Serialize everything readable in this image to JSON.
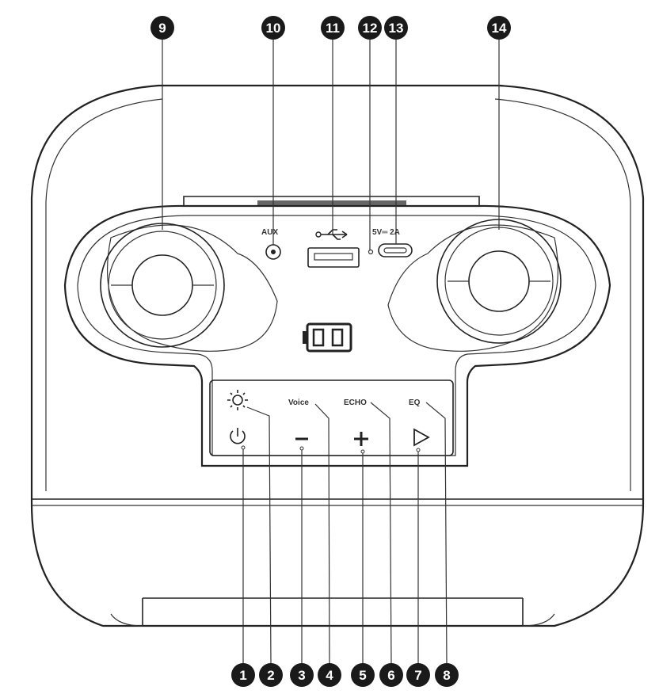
{
  "callouts": [
    {
      "id": "c9",
      "number": "9"
    },
    {
      "id": "c10",
      "number": "10"
    },
    {
      "id": "c11",
      "number": "11"
    },
    {
      "id": "c12",
      "number": "12"
    },
    {
      "id": "c13",
      "number": "13"
    },
    {
      "id": "c14",
      "number": "14"
    },
    {
      "id": "c1",
      "number": "1"
    },
    {
      "id": "c2",
      "number": "2"
    },
    {
      "id": "c3",
      "number": "3"
    },
    {
      "id": "c4",
      "number": "4"
    },
    {
      "id": "c5",
      "number": "5"
    },
    {
      "id": "c6",
      "number": "6"
    },
    {
      "id": "c7",
      "number": "7"
    },
    {
      "id": "c8",
      "number": "8"
    }
  ],
  "labels": {
    "aux": "AUX",
    "power_rating": "5V═ 2A",
    "voice": "Voice",
    "echo": "ECHO",
    "eq": "EQ"
  },
  "icons": [
    "light-icon",
    "power-icon",
    "minus-icon",
    "plus-icon",
    "play-icon",
    "usb-icon",
    "battery-icon",
    "aux-port-icon"
  ]
}
